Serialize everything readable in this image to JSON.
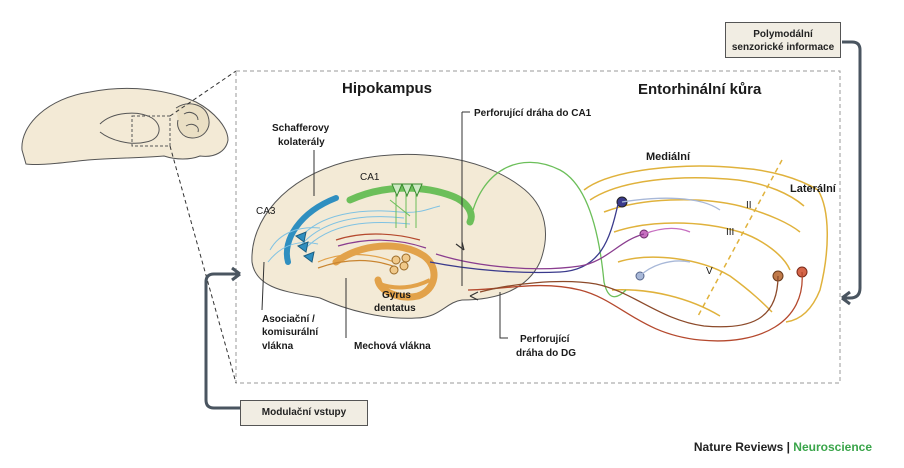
{
  "titles": {
    "hippocampus": "Hipokampus",
    "entorhinal": "Entorhinální kůra"
  },
  "labels": {
    "schaffer_1": "Schafferovy",
    "schaffer_2": "kolaterály",
    "ca1": "CA1",
    "ca3": "CA3",
    "perf_ca1": "Perforující dráha do CA1",
    "medial": "Mediální",
    "lateral": "Laterální",
    "layer_ii": "II",
    "layer_iii": "III",
    "layer_v": "V",
    "assoc_1": "Asociační /",
    "assoc_2": "komisurální",
    "assoc_3": "vlákna",
    "mossy": "Mechová vlákna",
    "gyrus_1": "Gyrus",
    "gyrus_2": "dentatus",
    "perf_dg_1": "Perforující",
    "perf_dg_2": "dráha do DG"
  },
  "boxes": {
    "polymodal_1": "Polymodální",
    "polymodal_2": "senzorické informace",
    "modulatory": "Modulační vstupy"
  },
  "footer": {
    "journal": "Nature Reviews",
    "separator": " | ",
    "section": "Neuroscience"
  },
  "colors": {
    "ca1_green": "#6cbf5a",
    "ca3_blue": "#2f8fc0",
    "dg_orange": "#e2a24a",
    "ec_gold": "#e0b23c",
    "perforant_purple": "#8a3d8f",
    "perforant_red": "#b5492e",
    "brain_fill": "#f3ead6",
    "accent_green": "#3aa54a"
  }
}
